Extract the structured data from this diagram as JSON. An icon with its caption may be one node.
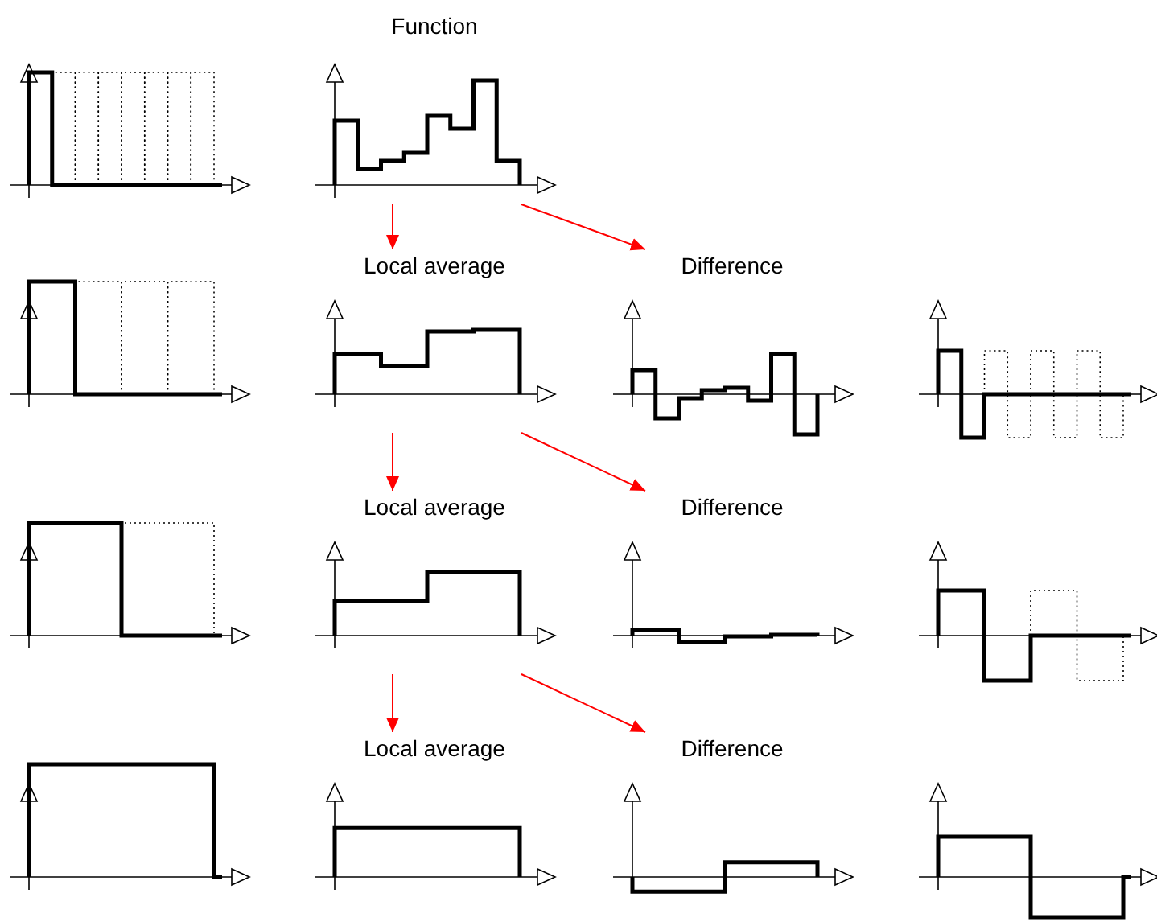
{
  "diagram": {
    "nodes": [
      {
        "text": [
          "Function"
        ]
      },
      {
        "text": [
          "Local average"
        ]
      },
      {
        "text": [
          "Difference"
        ]
      },
      {
        "text": [
          "Local average"
        ]
      },
      {
        "text": [
          "Difference"
        ]
      },
      {
        "text": [
          "Local average"
        ]
      },
      {
        "text": [
          "Difference"
        ]
      }
    ],
    "edges": [
      {
        "from": 0,
        "to": 1,
        "arrow": "to"
      },
      {
        "from": 0,
        "to": 2,
        "arrow": "to"
      },
      {
        "from": 1,
        "to": 3,
        "arrow": "to"
      },
      {
        "from": 1,
        "to": 4,
        "arrow": "to"
      },
      {
        "from": 3,
        "to": 5,
        "arrow": "to"
      },
      {
        "from": 3,
        "to": 6,
        "arrow": "to"
      }
    ]
  }
}
